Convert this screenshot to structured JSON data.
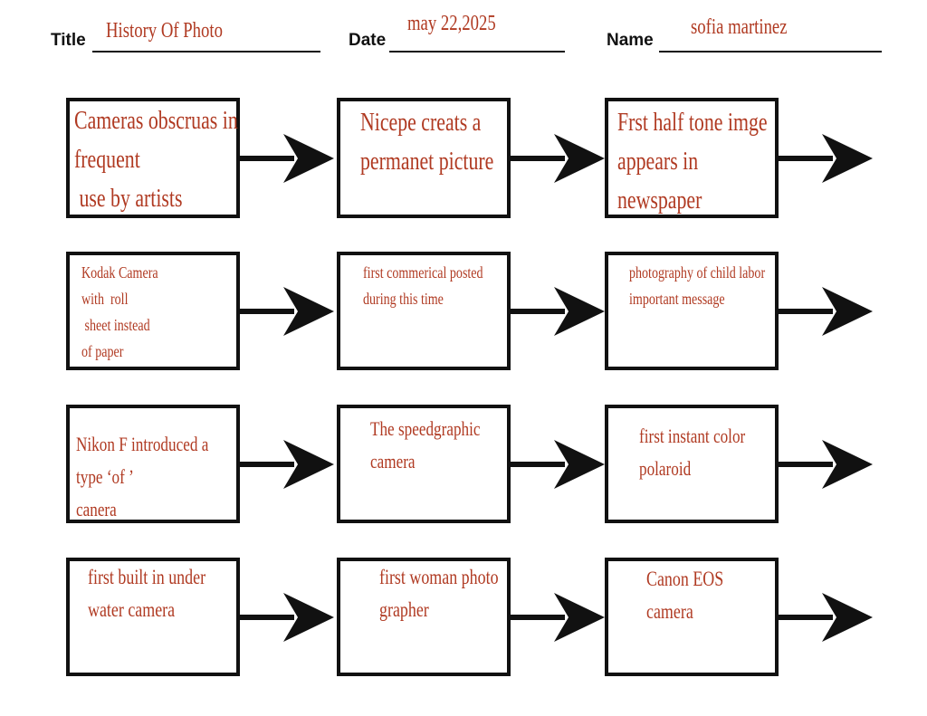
{
  "header": {
    "title_label": "Title",
    "title_value": "History Of Photo",
    "date_label": "Date",
    "date_value": "may 22,2025",
    "name_label": "Name",
    "name_value": "sofia martinez"
  },
  "colors": {
    "ink": "#111111",
    "handwriting": "#b03a22"
  },
  "rows": [
    {
      "cells": [
        {
          "text": "Cameras obscruas in\nfrequent\n use by artists"
        },
        {
          "text": "Nicepe creats a\npermanet picture"
        },
        {
          "text": "Frst half tone imge\nappears in\nnewspaper"
        }
      ]
    },
    {
      "cells": [
        {
          "text": "Kodak Camera\nwith  roll\n sheet instead\nof paper"
        },
        {
          "text": "first commerical posted\nduring this time"
        },
        {
          "text": "photography of child labor\nimportant message"
        }
      ]
    },
    {
      "cells": [
        {
          "text": "Nikon F introduced a\ntype ‘of ’\ncanera"
        },
        {
          "text": "The speedgraphic\ncamera"
        },
        {
          "text": "first instant color\npolaroid"
        }
      ]
    },
    {
      "cells": [
        {
          "text": "first built in under\nwater camera"
        },
        {
          "text": "first woman photo\ngrapher"
        },
        {
          "text": "Canon EOS\ncamera"
        }
      ]
    }
  ]
}
